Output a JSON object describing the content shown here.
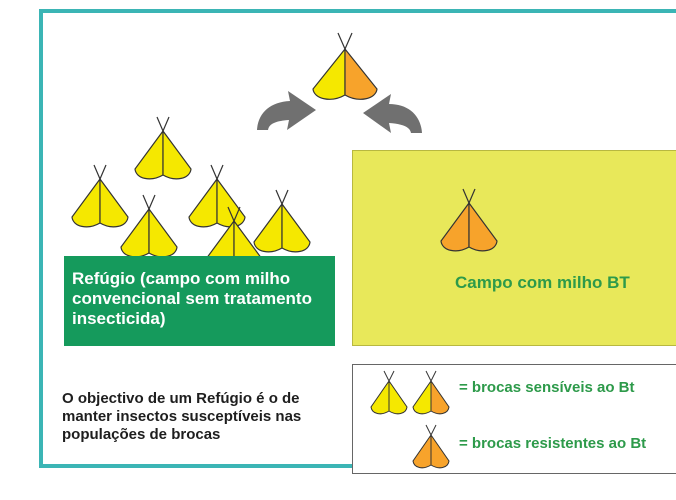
{
  "refuge": {
    "label": "Refúgio (campo com milho convencional sem tratamento insecticida)"
  },
  "bt_field": {
    "label": "Campo com milho BT"
  },
  "objective_text": "O objectivo de um Refúgio é o de manter insectos susceptíveis nas populações de brocas",
  "legend": {
    "sensitive_label": "= brocas sensíveis ao Bt",
    "resistant_label": "= brocas resistentes ao Bt"
  },
  "colors": {
    "frame": "#3bb5b5",
    "refuge_green": "#159a5c",
    "bt_yellow": "#e8e85a",
    "moth_yellow": "#f5e800",
    "moth_orange": "#f7a32b",
    "legend_text": "#2d9a4a"
  }
}
